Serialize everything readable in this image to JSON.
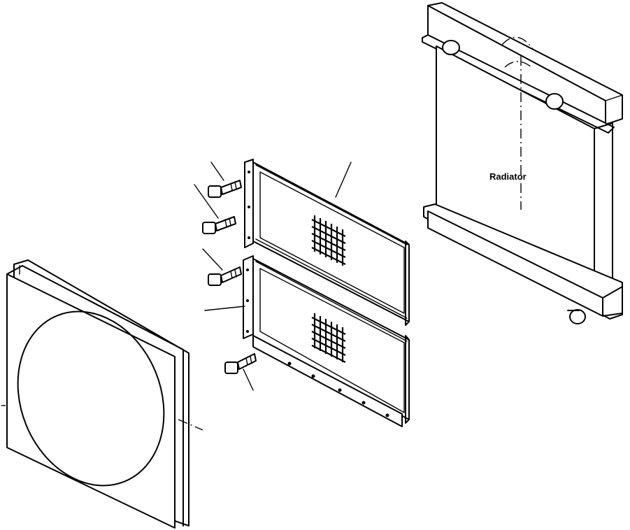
{
  "diagram": {
    "labels": {
      "radiator": "Radiator"
    },
    "parts": [
      {
        "name": "fan-shroud"
      },
      {
        "name": "upper-net-guard"
      },
      {
        "name": "lower-net-guard"
      },
      {
        "name": "radiator"
      },
      {
        "name": "bolt"
      }
    ]
  }
}
